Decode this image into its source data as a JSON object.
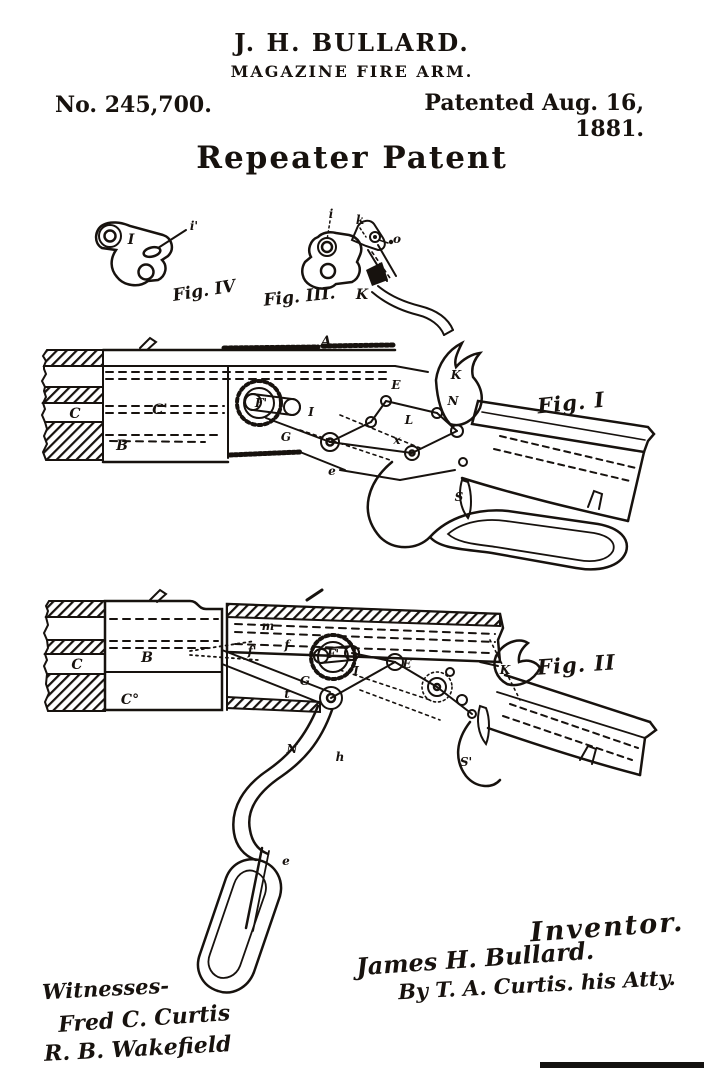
{
  "page": {
    "bg": "#ffffff",
    "ink": "#17120e",
    "scan_bar": "#141210"
  },
  "header": {
    "inventor_name": "J. H. BULLARD.",
    "invention_title": "MAGAZINE FIRE ARM.",
    "patent_number": "No. 245,700.",
    "patent_date": "Patented Aug. 16, 1881.",
    "banner_title": "Repeater Patent"
  },
  "figures": {
    "fig1": {
      "label": "Fig. I",
      "parts": {
        "A": "A",
        "C": "C",
        "C1": "C'",
        "B": "B",
        "F1": "F'",
        "I": "I",
        "G": "G",
        "E": "E",
        "K": "K",
        "N": "N",
        "L": "L",
        "x": "x",
        "S": "S",
        "e": "e"
      }
    },
    "fig2": {
      "label": "Fig. II",
      "parts": {
        "C": "C",
        "B": "B",
        "C0": "C°",
        "m": "m",
        "f1": "f'",
        "f": "f",
        "F1": "F'",
        "I": "I",
        "G": "G",
        "t": "t",
        "E": "E",
        "K": "K",
        "N": "N",
        "h": "h",
        "e": "e",
        "S1": "S'"
      }
    },
    "fig3": {
      "label": "Fig. III.",
      "parts": {
        "i": "i",
        "k": "k",
        "o": "o",
        "K": "K"
      }
    },
    "fig4": {
      "label": "Fig. IV",
      "parts": {
        "I": "I",
        "i1": "i'"
      }
    }
  },
  "signatures": {
    "inventor_heading": "Inventor.",
    "inventor_name": "James H. Bullard.",
    "attorney_line": "By T. A. Curtis. his Atty.",
    "witnesses_heading": "Witnesses-",
    "witness_1": "Fred C. Curtis",
    "witness_2": "R. B. Wakefield"
  }
}
